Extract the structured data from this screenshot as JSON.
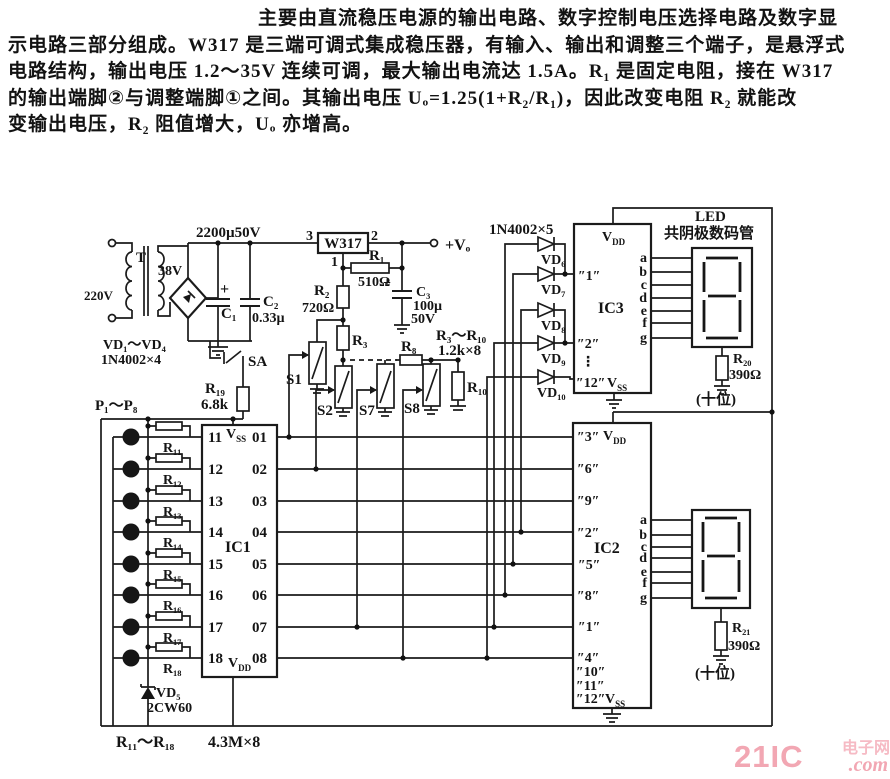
{
  "paragraph": {
    "lines": [
      "主要由直流稳压电源的输出电路、数字控制电压选择电路及数字显",
      "示电路三部分组成。W317 是三端可调式集成稳压器，有输入、输出和调整三个端子，是悬浮式",
      "电路结构，输出电压 1.2～35V 连续可调，最大输出电流达 1.5A。R₁ 是固定电阻，接在 W317",
      "的输出端脚②与调整端脚①之间。其输出电压 Uₒ=1.25(1+R₂/R₁)，因此改变电阻 R₂ 就能改",
      "变输出电压，R₂ 阻值增大，Uₒ 亦增高。"
    ]
  },
  "watermark": {
    "brand": "21IC",
    "suffix": ".com",
    "site": "电子网",
    "color": "#f2a7b3",
    "site_color": "#f6bac4"
  },
  "circuit": {
    "power": {
      "c1_value": "2200µ50V",
      "mains": "220V",
      "transformer": "T",
      "secondary": "38V",
      "bridge_label": "VD₁～VD₄",
      "bridge_type": "1N4002×4",
      "c1": "C₁",
      "c1_plus": "+",
      "c2": "C₂",
      "c2_value": "0.33µ"
    },
    "regulator": {
      "pin_in": "3",
      "name": "W317",
      "pin_out": "2",
      "pin_adj": "1",
      "r1": "R₁",
      "r1_value": "510Ω",
      "output": "+Vₒ",
      "r2": "R₂",
      "r2_value": "720Ω",
      "c3_plus": "+",
      "c3": "C₃",
      "c3_value": "100µ",
      "c3_voltage": "50V"
    },
    "selector": {
      "r3": "R₃",
      "r8": "R₈",
      "r10": "R₁₀",
      "group_label": "R₃～R₁₀",
      "group_value": "1.2k×8",
      "sa": "SA",
      "r19": "R₁₉",
      "r19_value": "6.8k",
      "s1": "S1",
      "s2": "S2",
      "s7": "S7",
      "s8": "S8"
    },
    "keypad": {
      "label": "P₁～P₈",
      "r": [
        "R₁₁",
        "R₁₂",
        "R₁₃",
        "R₁₄",
        "R₁₅",
        "R₁₆",
        "R₁₇",
        "R₁₈"
      ],
      "zener": "VD₅",
      "zener_type": "2CW60",
      "footer_label": "R₁₁～R₁₈",
      "footer_value": "4.3M×8"
    },
    "ic1": {
      "name": "IC1",
      "v": "V",
      "vss_sub": "SS",
      "vdd_sub": "DD",
      "inputs": [
        "11",
        "12",
        "13",
        "14",
        "15",
        "16",
        "17",
        "18"
      ],
      "outputs": [
        "01",
        "02",
        "03",
        "04",
        "05",
        "06",
        "07",
        "08"
      ]
    },
    "diode_bank": {
      "label": "1N4002×5",
      "names": [
        "VD₆",
        "VD₇",
        "VD₈",
        "VD₉",
        "VD₁₀"
      ]
    },
    "seg_letters": [
      "a",
      "b",
      "c",
      "d",
      "e",
      "f",
      "g"
    ],
    "ic3": {
      "name": "IC3",
      "v": "V",
      "vdd_sub": "DD",
      "vss_sub": "SS",
      "in1": "″1″",
      "in2": "″2″",
      "dots": "⋮",
      "in12": "″12″"
    },
    "led1": {
      "title": "LED",
      "subtitle": "共阴极数码管",
      "r": "R₂₀",
      "r_value": "390Ω",
      "digit_label": "(十位)"
    },
    "ic2": {
      "name": "IC2",
      "v": "V",
      "vdd_sub": "DD",
      "vss_sub": "SS",
      "inputs": [
        "″3″",
        "″6″",
        "″9″",
        "″2″",
        "″5″",
        "″8″",
        "″1″",
        "″4″",
        "″10″",
        "″11″",
        "″12″"
      ]
    },
    "led2": {
      "r": "R₂₁",
      "r_value": "390Ω",
      "digit_label": "(十位)"
    }
  }
}
